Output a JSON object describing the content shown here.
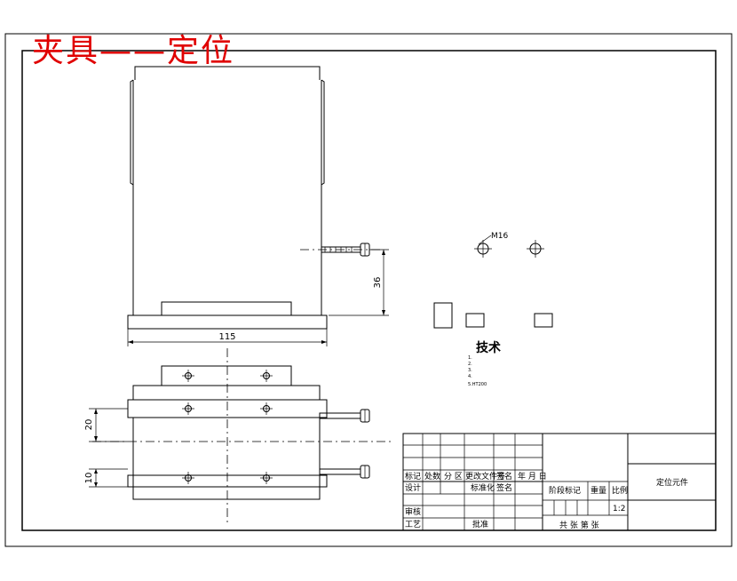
{
  "title": "夹具——定位",
  "dimensions": {
    "width_115": "115",
    "height_36": "36",
    "height_20": "20",
    "height_10": "10",
    "thread_m16": "M16"
  },
  "tech_requirements": {
    "heading": "技术",
    "lines": [
      "1.",
      "2.",
      "3.",
      "4.",
      "5.HT200"
    ]
  },
  "title_block": {
    "row1": [
      "标记",
      "处数",
      "分 区",
      "更改文件号",
      "签名",
      "年 月 日"
    ],
    "row2": [
      "设计",
      "",
      "标准化",
      "签名"
    ],
    "audit": "审核",
    "process": "工艺",
    "approve": "批准",
    "stage_mark": "阶段标记",
    "weight": "重量",
    "scale": "比例",
    "scale_value": "1:2",
    "sheets": "共 张  第 张",
    "part_name": "定位元件"
  }
}
